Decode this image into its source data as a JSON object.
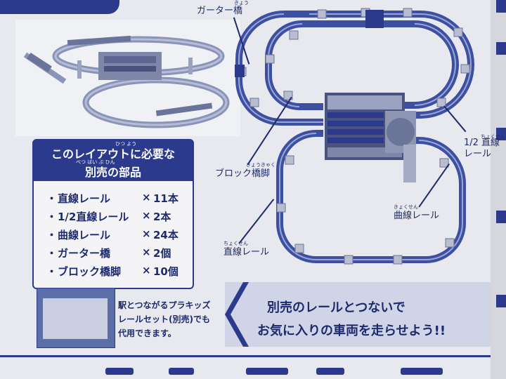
{
  "header": {
    "banner_text": ""
  },
  "diagram_labels": {
    "girder_bridge": "ガーター橋",
    "girder_bridge_ruby": "きょう",
    "block_pier": "ブロック橋脚",
    "block_pier_ruby": "きょうきゃく",
    "half_straight": "1/2 直線\nレール",
    "half_straight_ruby": "ちょくせん",
    "curve": "曲線レール",
    "curve_ruby": "きょくせん",
    "straight": "直線レール",
    "straight_ruby": "ちょくせん"
  },
  "parts_box": {
    "title_line1": "このレイアウトに必要な",
    "title_line2": "別売の部品",
    "title_ruby1": "ひつ よう",
    "title_ruby2": "べつ ばい ぶ ひん",
    "items": [
      {
        "bullet": "・",
        "name": "直線レール",
        "x": "×",
        "qty": "11本"
      },
      {
        "bullet": "・",
        "name": "1/2直線レール",
        "x": "×",
        "qty": "2本"
      },
      {
        "bullet": "・",
        "name": "曲線レール",
        "x": "×",
        "qty": "24本"
      },
      {
        "bullet": "・",
        "name": "ガーター橋",
        "x": "×",
        "qty": "2個"
      },
      {
        "bullet": "・",
        "name": "ブロック橋脚",
        "x": "×",
        "qty": "10個"
      }
    ]
  },
  "product_note": {
    "line1": "駅とつながるプラキッズ",
    "line2": "レールセット(別売)でも",
    "line3": "代用できます。"
  },
  "promo": {
    "line1": "別売のレールとつないで",
    "line2": "お気に入りの車両を走らせよう!!"
  },
  "colors": {
    "navy": "#2b3a8c",
    "track": "#3c4fa0",
    "paper": "#e8e9ee"
  }
}
